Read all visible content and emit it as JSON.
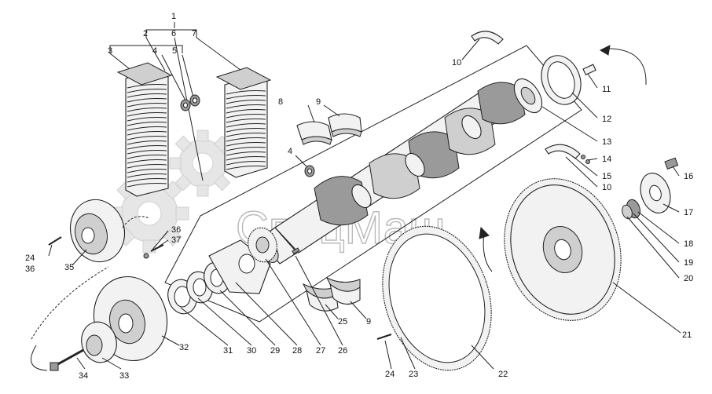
{
  "watermark": {
    "text": "СпецМаш"
  },
  "callouts": [
    {
      "id": "c1",
      "label": "1"
    },
    {
      "id": "c2",
      "label": "2"
    },
    {
      "id": "c6",
      "label": "6"
    },
    {
      "id": "c7",
      "label": "7"
    },
    {
      "id": "c3",
      "label": "3"
    },
    {
      "id": "c4a",
      "label": "4"
    },
    {
      "id": "c5",
      "label": "5"
    },
    {
      "id": "c10a",
      "label": "10"
    },
    {
      "id": "c8",
      "label": "8"
    },
    {
      "id": "c9a",
      "label": "9"
    },
    {
      "id": "c11",
      "label": "11"
    },
    {
      "id": "c12",
      "label": "12"
    },
    {
      "id": "c4b",
      "label": "4"
    },
    {
      "id": "c13",
      "label": "13"
    },
    {
      "id": "c14",
      "label": "14"
    },
    {
      "id": "c15",
      "label": "15"
    },
    {
      "id": "c10b",
      "label": "10"
    },
    {
      "id": "c16",
      "label": "16"
    },
    {
      "id": "c17",
      "label": "17"
    },
    {
      "id": "c18",
      "label": "18"
    },
    {
      "id": "c19",
      "label": "19"
    },
    {
      "id": "c20",
      "label": "20"
    },
    {
      "id": "c21",
      "label": "21"
    },
    {
      "id": "c36a",
      "label": "36"
    },
    {
      "id": "c37",
      "label": "37"
    },
    {
      "id": "c24a",
      "label": "24"
    },
    {
      "id": "c36b",
      "label": "36"
    },
    {
      "id": "c35",
      "label": "35"
    },
    {
      "id": "c25",
      "label": "25"
    },
    {
      "id": "c9b",
      "label": "9"
    },
    {
      "id": "c32",
      "label": "32"
    },
    {
      "id": "c31",
      "label": "31"
    },
    {
      "id": "c30",
      "label": "30"
    },
    {
      "id": "c29",
      "label": "29"
    },
    {
      "id": "c28",
      "label": "28"
    },
    {
      "id": "c27",
      "label": "27"
    },
    {
      "id": "c26",
      "label": "26"
    },
    {
      "id": "c24b",
      "label": "24"
    },
    {
      "id": "c23",
      "label": "23"
    },
    {
      "id": "c22",
      "label": "22"
    },
    {
      "id": "c34",
      "label": "34"
    },
    {
      "id": "c33",
      "label": "33"
    }
  ]
}
